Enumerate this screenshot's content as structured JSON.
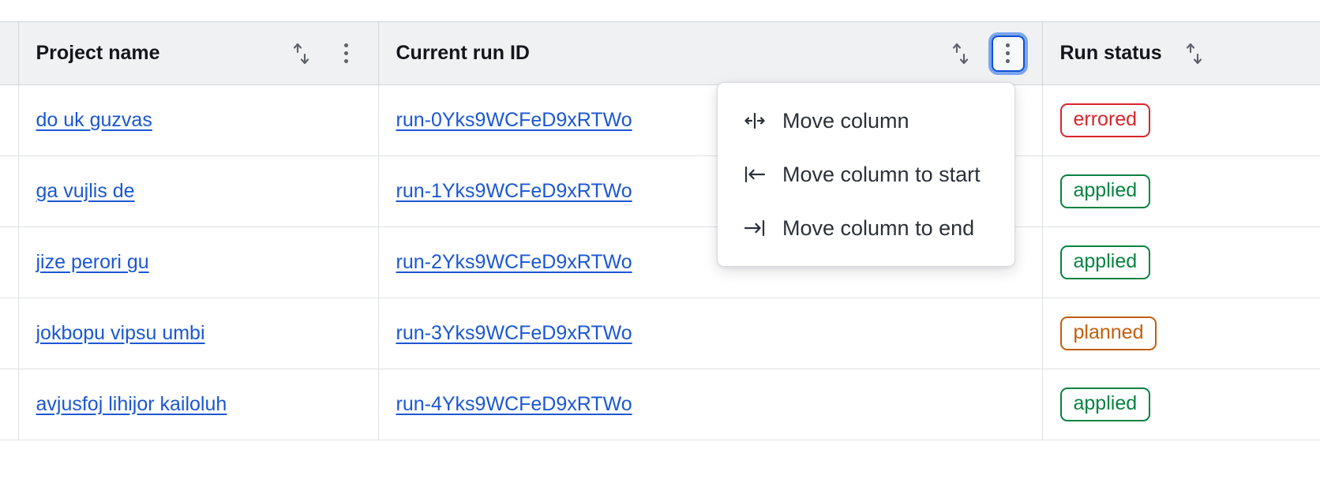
{
  "table": {
    "columns": [
      {
        "key": "gutter",
        "label": "",
        "sortable": false,
        "menu": false
      },
      {
        "key": "project",
        "label": "Project name",
        "sortable": true,
        "menu": true,
        "menu_focused": false
      },
      {
        "key": "runid",
        "label": "Current run ID",
        "sortable": true,
        "menu": true,
        "menu_focused": true
      },
      {
        "key": "status",
        "label": "Run status",
        "sortable": true,
        "menu": false,
        "menu_focused": false
      }
    ],
    "rows": [
      {
        "project": "do uk guzvas",
        "run_id": "run-0Yks9WCFeD9xRTWo",
        "status": "errored",
        "status_kind": "errored"
      },
      {
        "project": "ga vujlis de",
        "run_id": "run-1Yks9WCFeD9xRTWo",
        "status": "applied",
        "status_kind": "applied"
      },
      {
        "project": "jize perori gu",
        "run_id": "run-2Yks9WCFeD9xRTWo",
        "status": "applied",
        "status_kind": "applied"
      },
      {
        "project": "jokbopu vipsu umbi",
        "run_id": "run-3Yks9WCFeD9xRTWo",
        "status": "planned",
        "status_kind": "planned"
      },
      {
        "project": "avjusfoj lihijor kailoluh",
        "run_id": "run-4Yks9WCFeD9xRTWo",
        "status": "applied",
        "status_kind": "applied"
      }
    ]
  },
  "column_menu": {
    "open_for_column": "Current run ID",
    "items": [
      {
        "label": "Move column",
        "icon": "move-column-icon"
      },
      {
        "label": "Move column to start",
        "icon": "move-column-to-start-icon"
      },
      {
        "label": "Move column to end",
        "icon": "move-column-to-end-icon"
      }
    ]
  },
  "icons": {
    "sort": "sort-updown-icon",
    "kebab": "column-options-kebab-icon"
  },
  "colors": {
    "link": "#1b57d4",
    "header_bg": "#f0f1f3",
    "border": "#dfe1e4",
    "focus_ring": "#7aa5f0",
    "errored": "#d7262b",
    "applied": "#068341",
    "planned": "#c25e0a"
  }
}
